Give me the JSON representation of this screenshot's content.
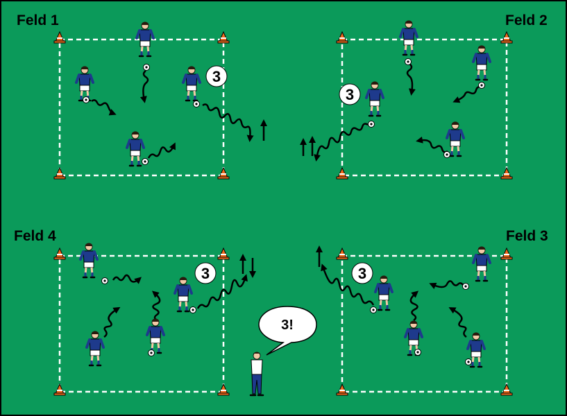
{
  "fields": [
    {
      "label": "Feld 1"
    },
    {
      "label": "Feld 2"
    },
    {
      "label": "Feld 3"
    },
    {
      "label": "Feld 4"
    }
  ],
  "badges": [
    {
      "text": "3"
    },
    {
      "text": "3"
    },
    {
      "text": "3"
    },
    {
      "text": "3"
    }
  ],
  "coach": {
    "speech": "3!"
  },
  "colors": {
    "pitch": "#0b9a5a",
    "jersey": "#1e3a8c",
    "shorts": "#ffffff",
    "cone": "#f26b1d",
    "line": "#ffffff",
    "arrow": "#000000"
  },
  "icons": [
    "player-icon",
    "ball-icon",
    "cone-icon",
    "arrow-icon",
    "coach-icon",
    "speech-bubble-icon"
  ]
}
